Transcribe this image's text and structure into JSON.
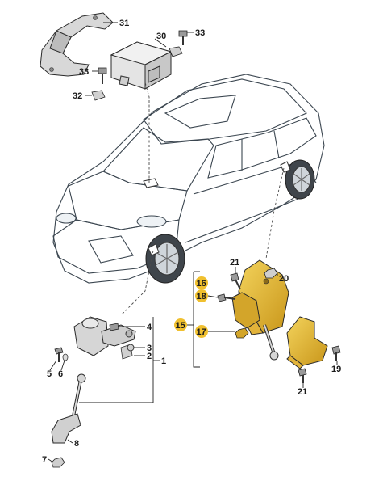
{
  "callouts": {
    "c1": "1",
    "c2": "2",
    "c3": "3",
    "c4": "4",
    "c5": "5",
    "c6": "6",
    "c7": "7",
    "c8": "8",
    "c15": "15",
    "c16": "16",
    "c17": "17",
    "c18": "18",
    "c19": "19",
    "c20": "20",
    "c21a": "21",
    "c21b": "21",
    "c30": "30",
    "c31": "31",
    "c32": "32",
    "c33a": "33",
    "c33b": "33"
  },
  "colors": {
    "highlight": "#e8b82e",
    "car_body": "#c7d0d8",
    "part_grey": "#d4d4d4"
  }
}
